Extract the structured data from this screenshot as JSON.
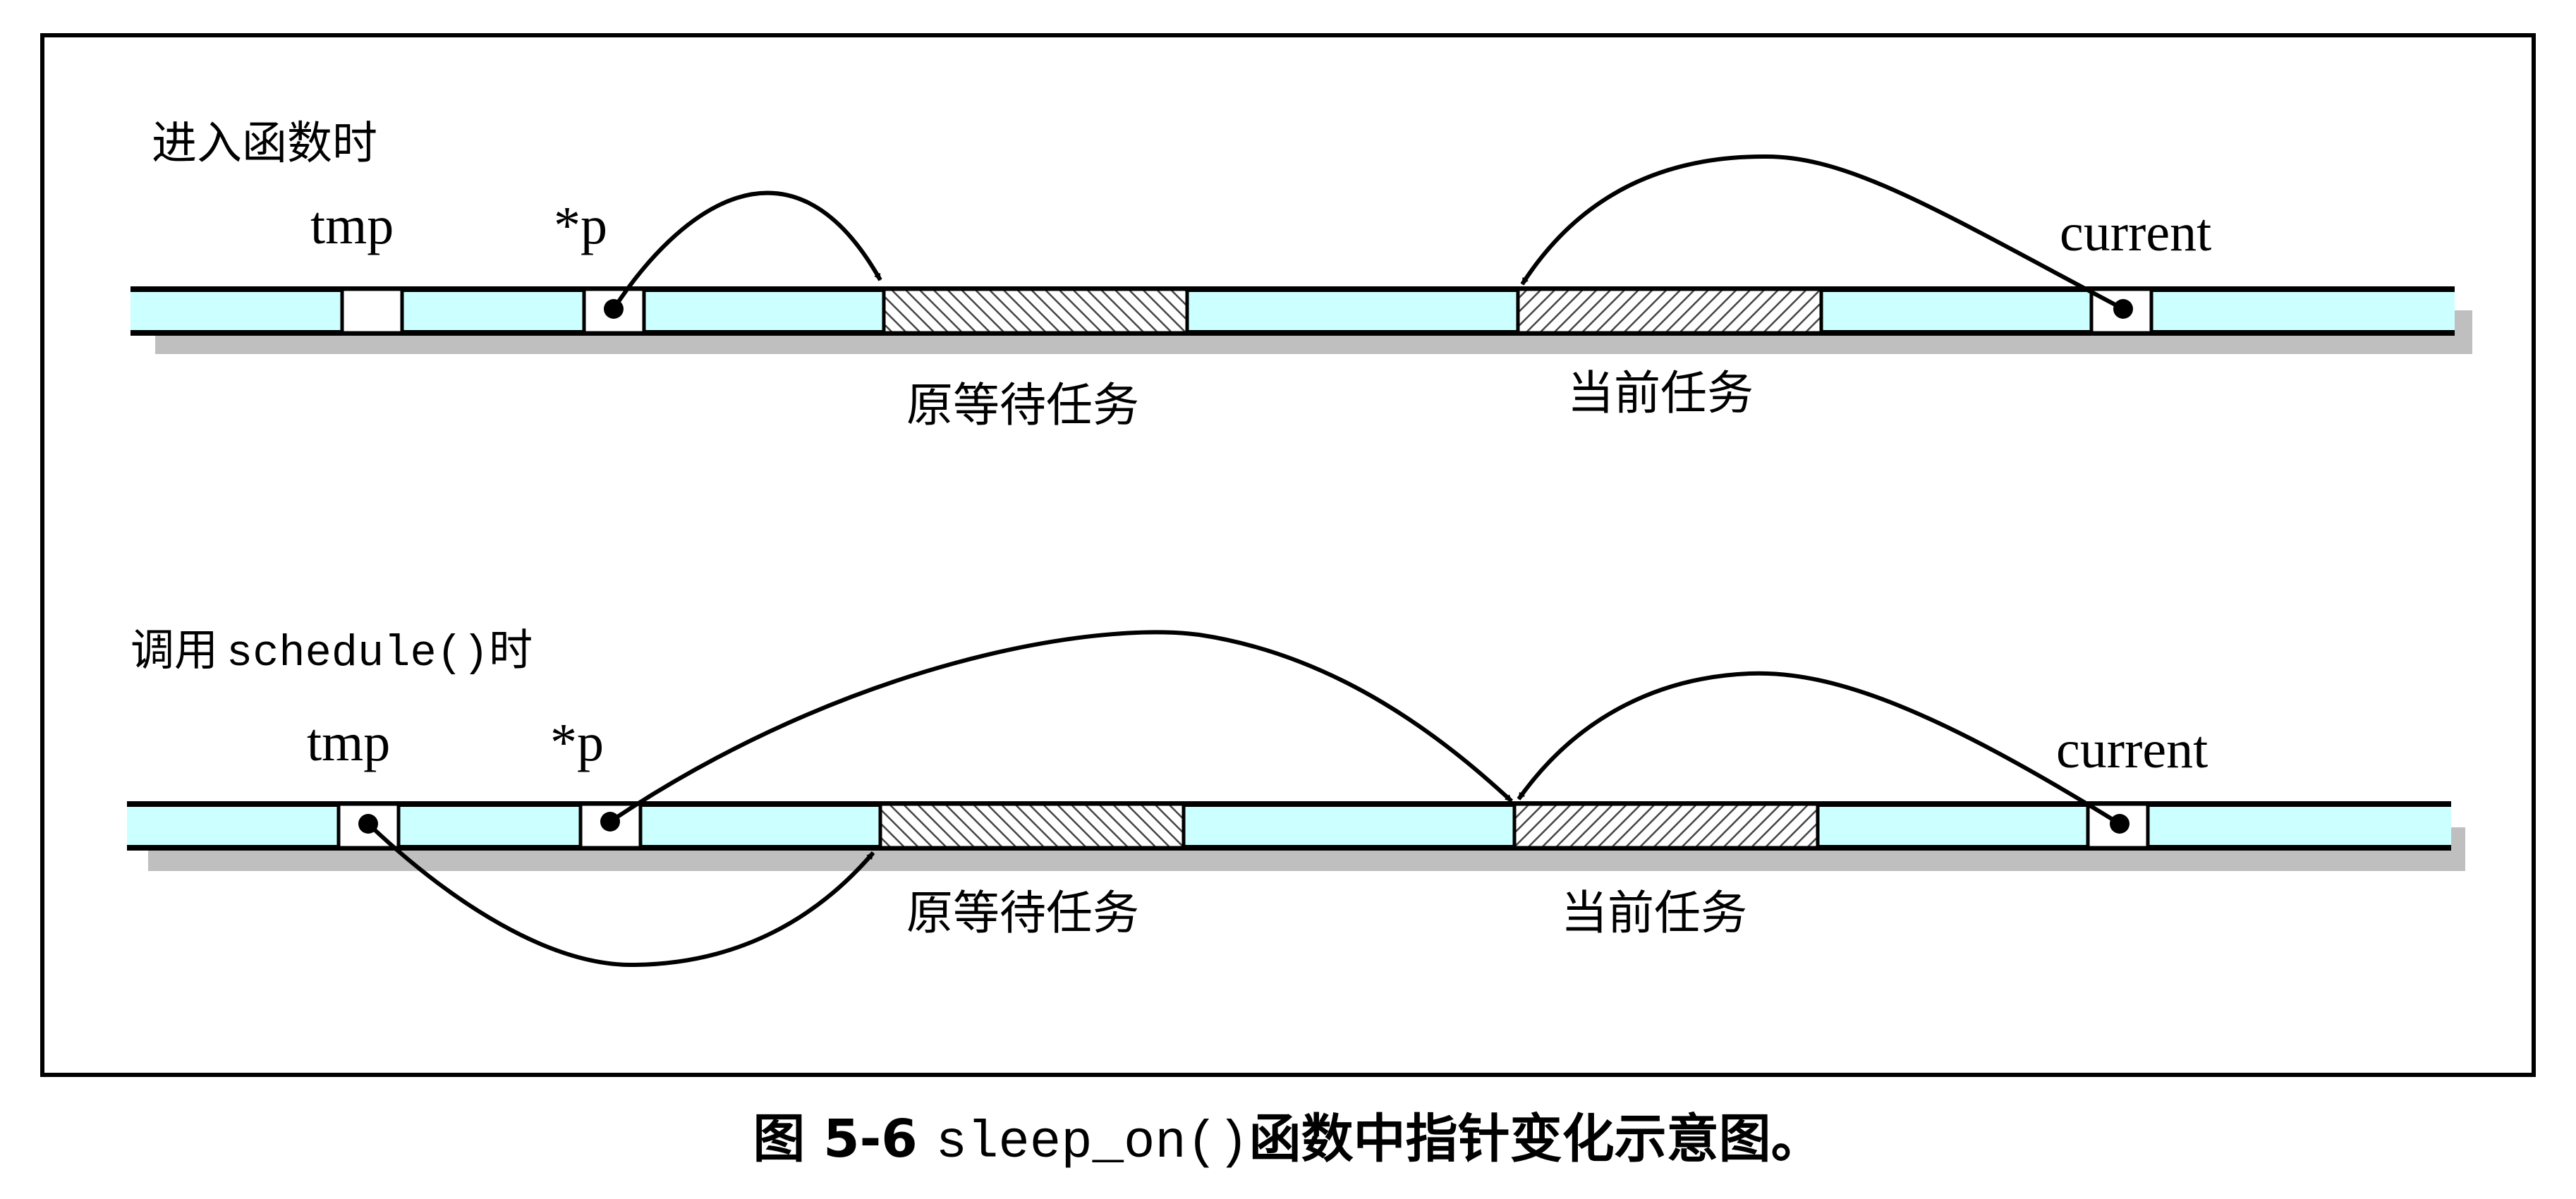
{
  "colors": {
    "bar_fill": "#ccffff",
    "frame": "#000000",
    "shadow": "#bfbfbf",
    "hatch": "#444444"
  },
  "panels": [
    {
      "heading": "进入函数时",
      "tmp_label": "tmp",
      "p_label": "*p",
      "current_label": "current",
      "waiting_task_label": "原等待任务",
      "current_task_label": "当前任务",
      "tmp_holds_pointer": false
    },
    {
      "heading_prefix": "调用",
      "heading_code": "schedule()",
      "heading_suffix": "时",
      "tmp_label": "tmp",
      "p_label": "*p",
      "current_label": "current",
      "waiting_task_label": "原等待任务",
      "current_task_label": "当前任务",
      "tmp_holds_pointer": true
    }
  ],
  "caption": {
    "prefix": "图 5-6 ",
    "code": "sleep_on()",
    "suffix": "函数中指针变化示意图。"
  }
}
